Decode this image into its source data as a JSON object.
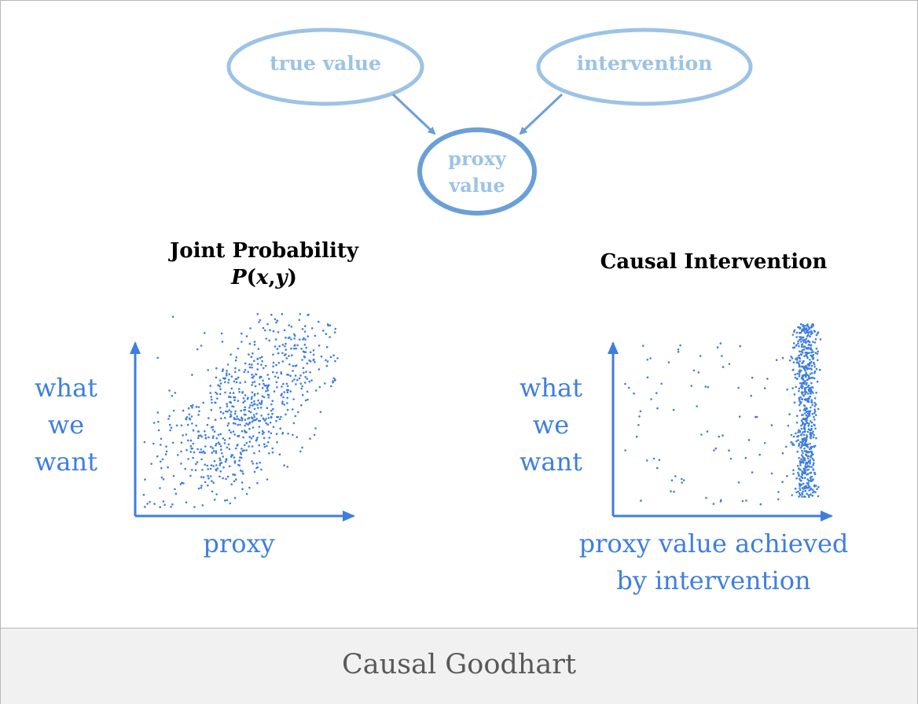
{
  "diagram": {
    "nodes": {
      "true_value": "true value",
      "intervention": "intervention",
      "proxy_value_line1": "proxy",
      "proxy_value_line2": "value"
    }
  },
  "left_panel": {
    "title_line1": "Joint Probability",
    "title_P": "P",
    "title_open": "(",
    "title_x": "x",
    "title_comma": ",",
    "title_y": "y",
    "title_close": ")",
    "ylabel_lines": [
      "what",
      "we",
      "want"
    ],
    "xlabel": "proxy"
  },
  "right_panel": {
    "title": "Causal Intervention",
    "ylabel_lines": [
      "what",
      "we",
      "want"
    ],
    "xlabel_line1": "proxy value achieved",
    "xlabel_line2": "by intervention"
  },
  "footer": {
    "caption": "Causal Goodhart"
  },
  "colors": {
    "node_outline": "#9cc3e6",
    "arrow": "#6a9fd8",
    "axis": "#3e7ee0",
    "points": "#3e7ee0",
    "footer_bg": "#f1f1f1"
  }
}
